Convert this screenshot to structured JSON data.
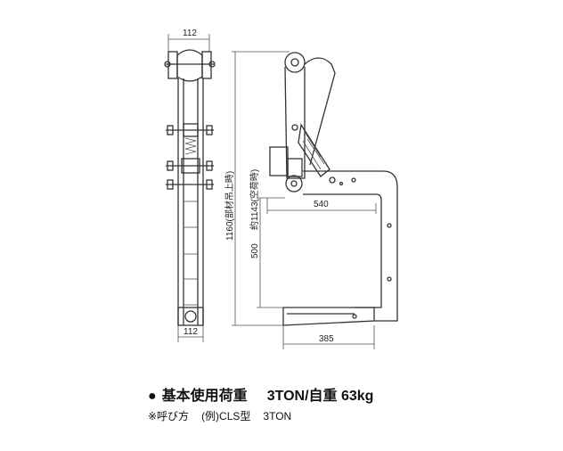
{
  "dimensions": {
    "top_width": "112",
    "bottom_width": "112",
    "overall_height": "1160(部材吊上時)",
    "empty_height": "約1143(空荷時)",
    "jaw_length": "540",
    "jaw_opening": "500",
    "lower_jaw_length": "385"
  },
  "spec": {
    "bullet": "●",
    "load_label": "基本使用荷重",
    "load_value": "3TON/自重 63kg"
  },
  "note": {
    "prefix": "※呼び方",
    "example": "(例)CLS型",
    "example_value": "3TON"
  }
}
